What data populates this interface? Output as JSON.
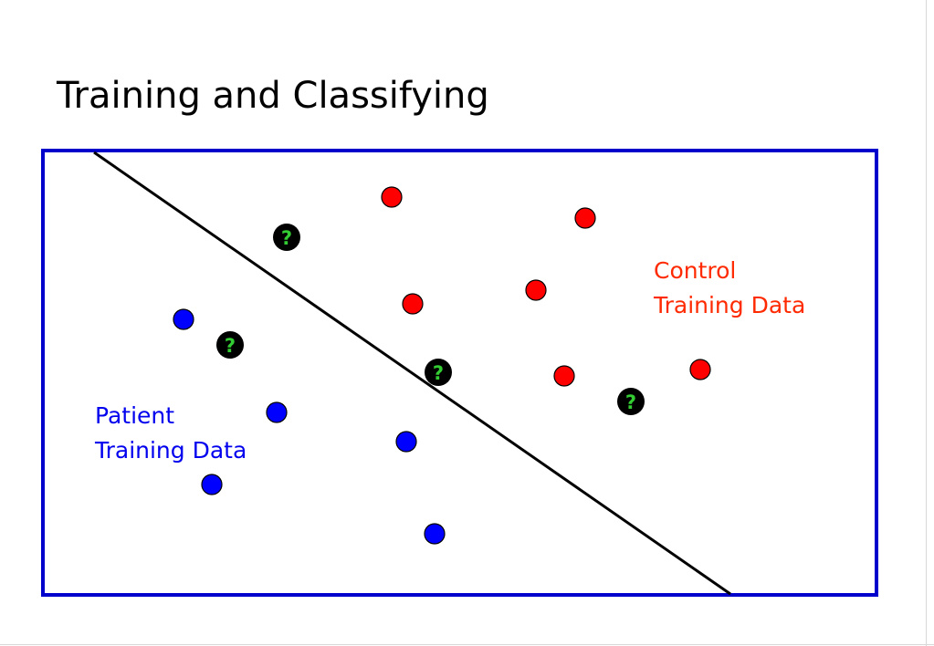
{
  "title": "Training and Classifying",
  "labels": {
    "control": [
      "Control",
      "Training Data"
    ],
    "patient": [
      "Patient",
      "Training Data"
    ]
  },
  "unknown_symbol": "?",
  "colors": {
    "frame": "#0000cc",
    "control": "#ff0000",
    "patient": "#0000ff",
    "unknown_fill": "#000000",
    "unknown_text": "#33cc33",
    "boundary": "#000000"
  }
}
